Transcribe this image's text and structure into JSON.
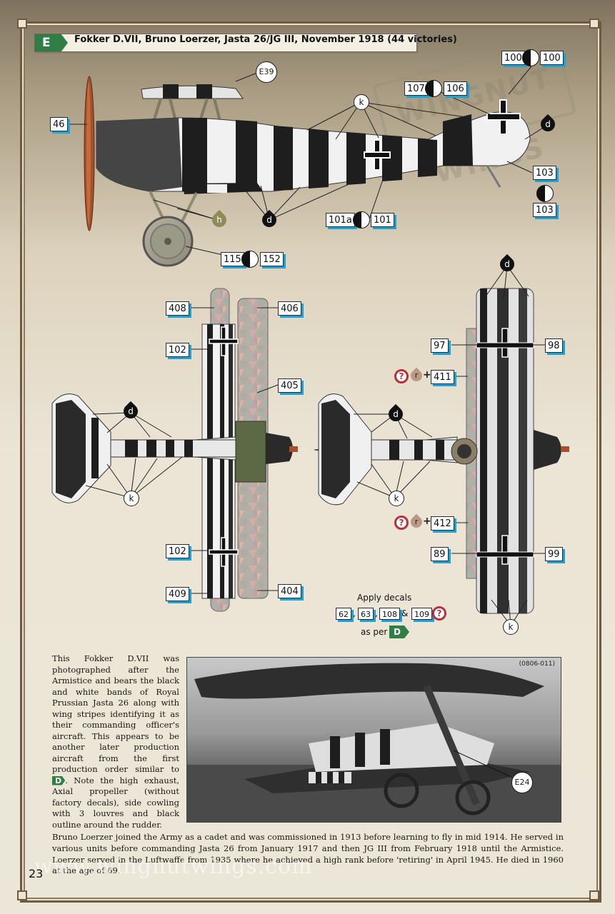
{
  "title_badge": "E",
  "title": "Fokker D.VII, Bruno Loerzer, Jasta 26/JG III, November 1918 (44 victories)",
  "stamp_text": "WINGNUT WINGS",
  "side_view": {
    "decals": {
      "d46": "46",
      "e39": "E39",
      "d100a": "100",
      "d100b": "100",
      "d107": "107",
      "d106": "106",
      "d103a": "103",
      "d103b": "103",
      "d101a": "101a",
      "d101": "101",
      "d115": "115",
      "d152": "152"
    },
    "bubbles": {
      "k": "k",
      "d_tail": "d",
      "d_belly": "d",
      "h": "h"
    }
  },
  "top_view": {
    "decals": {
      "d408": "408",
      "d406": "406",
      "d102a": "102",
      "d405": "405",
      "d102b": "102",
      "d409": "409",
      "d404": "404"
    },
    "bubbles": {
      "d": "d",
      "k": "k"
    }
  },
  "bottom_view": {
    "decals": {
      "d97": "97",
      "d98": "98",
      "d411": "411",
      "d412": "412",
      "d89": "89",
      "d99": "99"
    },
    "bubbles": {
      "d": "d",
      "k_tail": "k",
      "k_wing": "k"
    },
    "question": "?",
    "r_label": "r",
    "plus": "+"
  },
  "apply_note": {
    "line1": "Apply decals",
    "decals": [
      "62",
      "63",
      "108",
      "109"
    ],
    "sep1": ",",
    "sep2": ",",
    "amp": "&",
    "question": "?",
    "line2": "as per",
    "badge": "D"
  },
  "photo": {
    "ref": "(0806-011)",
    "callout": "E24"
  },
  "caption": {
    "before_badge": "This Fokker D.VII was photographed after the Armistice and bears the black and white bands of Royal Prussian Jasta 26 along with wing stripes identifying it as their commanding officer's aircraft. This appears to be another later production aircraft from the first production order similar to",
    "badge": "D",
    "after_badge": ". Note the high exhaust, Axial propeller (without factory decals), side cowling with 3 louvres and black outline around the rudder."
  },
  "bio": "Bruno Loerzer joined the Army as a cadet and was commissioned in 1913 before learning to fly in mid 1914. He served in various units before commanding Jasta 26 from January 1917 and then JG III from February 1918 until the Armistice. Loerzer served in the Luftwaffe from 1935 where he achieved a high rank before 'retiring' in April 1945. He died in 1960 at the age of 69.",
  "watermark": "www.wingnutwings.com",
  "page_number": "23",
  "colors": {
    "badge_green": "#2f7e46",
    "decal_shadow": "#1ba3d9",
    "question_red": "#b7313a",
    "frame_brown": "#6e5a3e"
  }
}
